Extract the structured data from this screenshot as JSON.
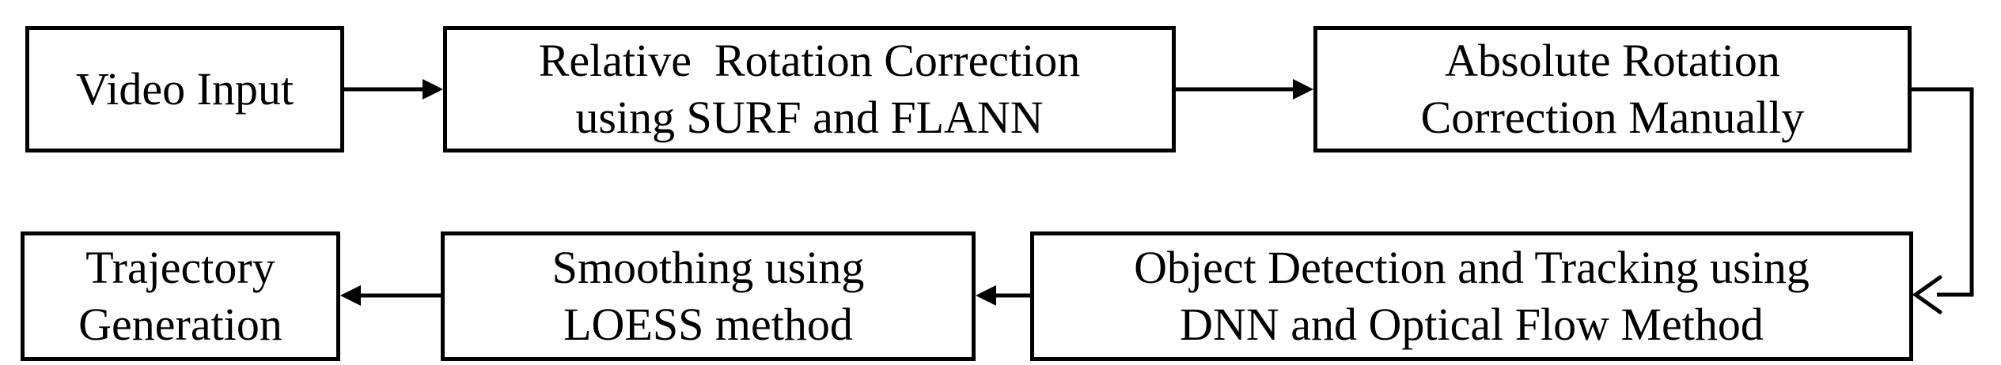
{
  "diagram": {
    "type": "flowchart",
    "background_color": "#ffffff",
    "stroke_color": "#000000",
    "box_fill_color": "#ffffff",
    "nodes": [
      {
        "id": "video-input",
        "lines": [
          "Video Input"
        ]
      },
      {
        "id": "relative-rotation-correction",
        "lines": [
          "Relative  Rotation Correction",
          "using SURF and FLANN"
        ]
      },
      {
        "id": "absolute-rotation-correction",
        "lines": [
          "Absolute Rotation",
          "Correction Manually"
        ]
      },
      {
        "id": "object-detection-tracking",
        "lines": [
          "Object Detection and Tracking using",
          "DNN and Optical Flow Method"
        ]
      },
      {
        "id": "smoothing-loess",
        "lines": [
          "Smoothing using",
          "LOESS method"
        ]
      },
      {
        "id": "trajectory-generation",
        "lines": [
          "Trajectory",
          "Generation"
        ]
      }
    ],
    "edges": [
      {
        "from": "video-input",
        "to": "relative-rotation-correction",
        "head": "filled-triangle"
      },
      {
        "from": "relative-rotation-correction",
        "to": "absolute-rotation-correction",
        "head": "filled-triangle"
      },
      {
        "from": "absolute-rotation-correction",
        "to": "object-detection-tracking",
        "head": "open-chevron"
      },
      {
        "from": "object-detection-tracking",
        "to": "smoothing-loess",
        "head": "filled-triangle"
      },
      {
        "from": "smoothing-loess",
        "to": "trajectory-generation",
        "head": "filled-triangle"
      }
    ]
  }
}
